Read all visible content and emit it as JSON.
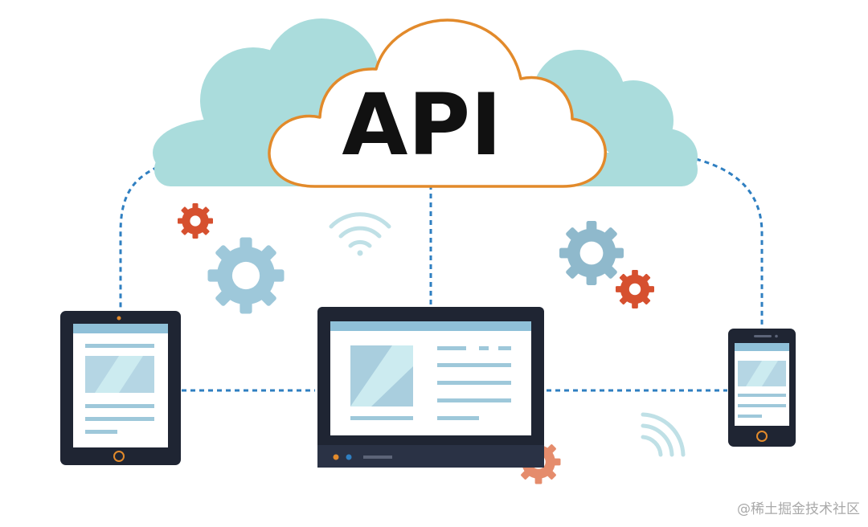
{
  "cloud": {
    "label": "API"
  },
  "watermark": "@稀土掘金技术社区",
  "colors": {
    "cloud_fill": "#aadcdc",
    "cloud_outline": "#e28a2b",
    "connector": "#2f7fc1",
    "device_frame": "#1f2533",
    "screen_bar": "#8fc0d8",
    "gear_blue": "#9ec8da",
    "gear_red": "#d6502f",
    "gear_pink": "#e58c6c",
    "wifi": "#bfe0e6"
  },
  "devices": [
    {
      "name": "tablet"
    },
    {
      "name": "laptop"
    },
    {
      "name": "phone"
    }
  ]
}
